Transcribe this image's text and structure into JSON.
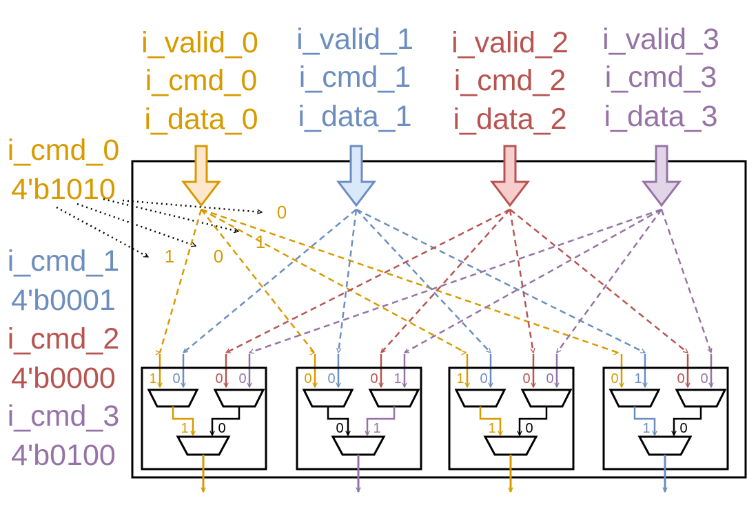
{
  "colors": {
    "ch0": "#d79b00",
    "ch1": "#6c8ebf",
    "ch2": "#b85450",
    "ch3": "#9673a6",
    "fill0": "#ffe6cc",
    "fill1": "#dae8fc",
    "fill2": "#f8cecc",
    "fill3": "#e1d5e7",
    "black": "#000000"
  },
  "inputs": [
    {
      "valid": "i_valid_0",
      "cmd": "i_cmd_0",
      "data": "i_data_0"
    },
    {
      "valid": "i_valid_1",
      "cmd": "i_cmd_1",
      "data": "i_data_1"
    },
    {
      "valid": "i_valid_2",
      "cmd": "i_cmd_2",
      "data": "i_data_2"
    },
    {
      "valid": "i_valid_3",
      "cmd": "i_cmd_3",
      "data": "i_data_3"
    }
  ],
  "cmd_values": [
    {
      "name": "i_cmd_0",
      "value": "4'b1010"
    },
    {
      "name": "i_cmd_1",
      "value": "4'b0001"
    },
    {
      "name": "i_cmd_2",
      "value": "4'b0000"
    },
    {
      "name": "i_cmd_3",
      "value": "4'b0100"
    }
  ],
  "cmd0_bits": [
    "0",
    "1",
    "0",
    "1"
  ],
  "mux_groups": [
    {
      "input_bits": [
        "1",
        "0",
        "0",
        "0"
      ],
      "select_bits": [
        "1",
        "0"
      ],
      "winner": 0
    },
    {
      "input_bits": [
        "0",
        "0",
        "0",
        "1"
      ],
      "select_bits": [
        "0",
        "1"
      ],
      "winner": 3
    },
    {
      "input_bits": [
        "1",
        "0",
        "0",
        "0"
      ],
      "select_bits": [
        "1",
        "0"
      ],
      "winner": 0
    },
    {
      "input_bits": [
        "0",
        "1",
        "0",
        "0"
      ],
      "select_bits": [
        "1",
        "0"
      ],
      "winner": 1
    }
  ]
}
